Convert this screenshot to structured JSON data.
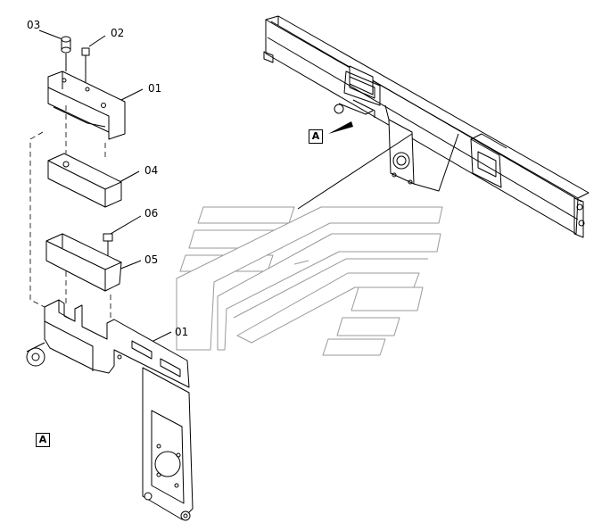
{
  "part_labels": {
    "p03": "03",
    "p02": "02",
    "p01_top": "01",
    "p04": "04",
    "p06": "06",
    "p05": "05",
    "p01_bottom": "01"
  },
  "view_callouts": {
    "overview": "A",
    "detail": "A"
  },
  "colors": {
    "line": "#000000",
    "logo_grey": "#9a9a9a",
    "background": "#ffffff"
  }
}
